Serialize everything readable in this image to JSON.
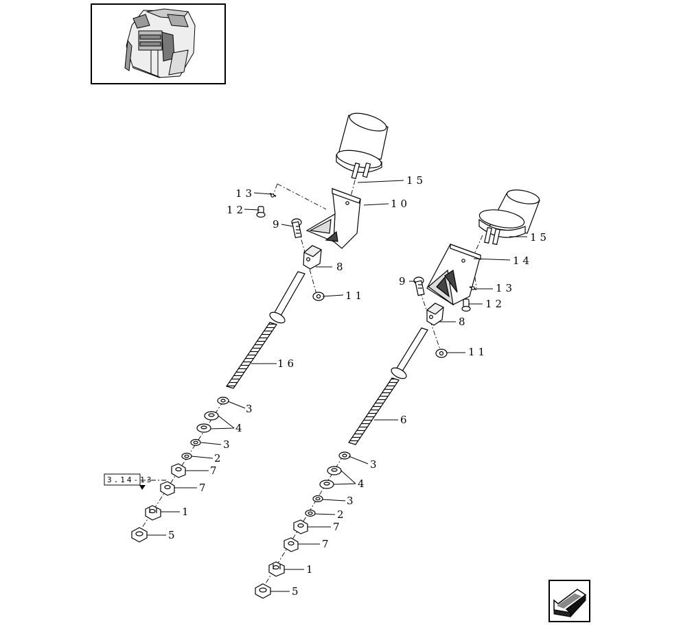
{
  "overview": {
    "icon": "machine-overview-thumbnail-icon"
  },
  "navigation": {
    "icon": "previous-page-arrow-icon"
  },
  "reference_link": {
    "text": "3.14-13"
  },
  "callouts": {
    "left": {
      "c13": "13",
      "c12": "12",
      "c9": "9",
      "c15": "15",
      "c10": "10",
      "c8": "8",
      "c11": "11",
      "c16": "16",
      "c3a": "3",
      "c4": "4",
      "c3b": "3",
      "c2": "2",
      "c7a": "7",
      "c7b": "7",
      "c1": "1",
      "c5": "5"
    },
    "right": {
      "c15": "15",
      "c14": "14",
      "c9": "9",
      "c13": "13",
      "c12": "12",
      "c8": "8",
      "c11": "11",
      "c6": "6",
      "c3a": "3",
      "c4": "4",
      "c3b": "3",
      "c2": "2",
      "c7a": "7",
      "c7b": "7",
      "c1": "1",
      "c5": "5"
    }
  }
}
